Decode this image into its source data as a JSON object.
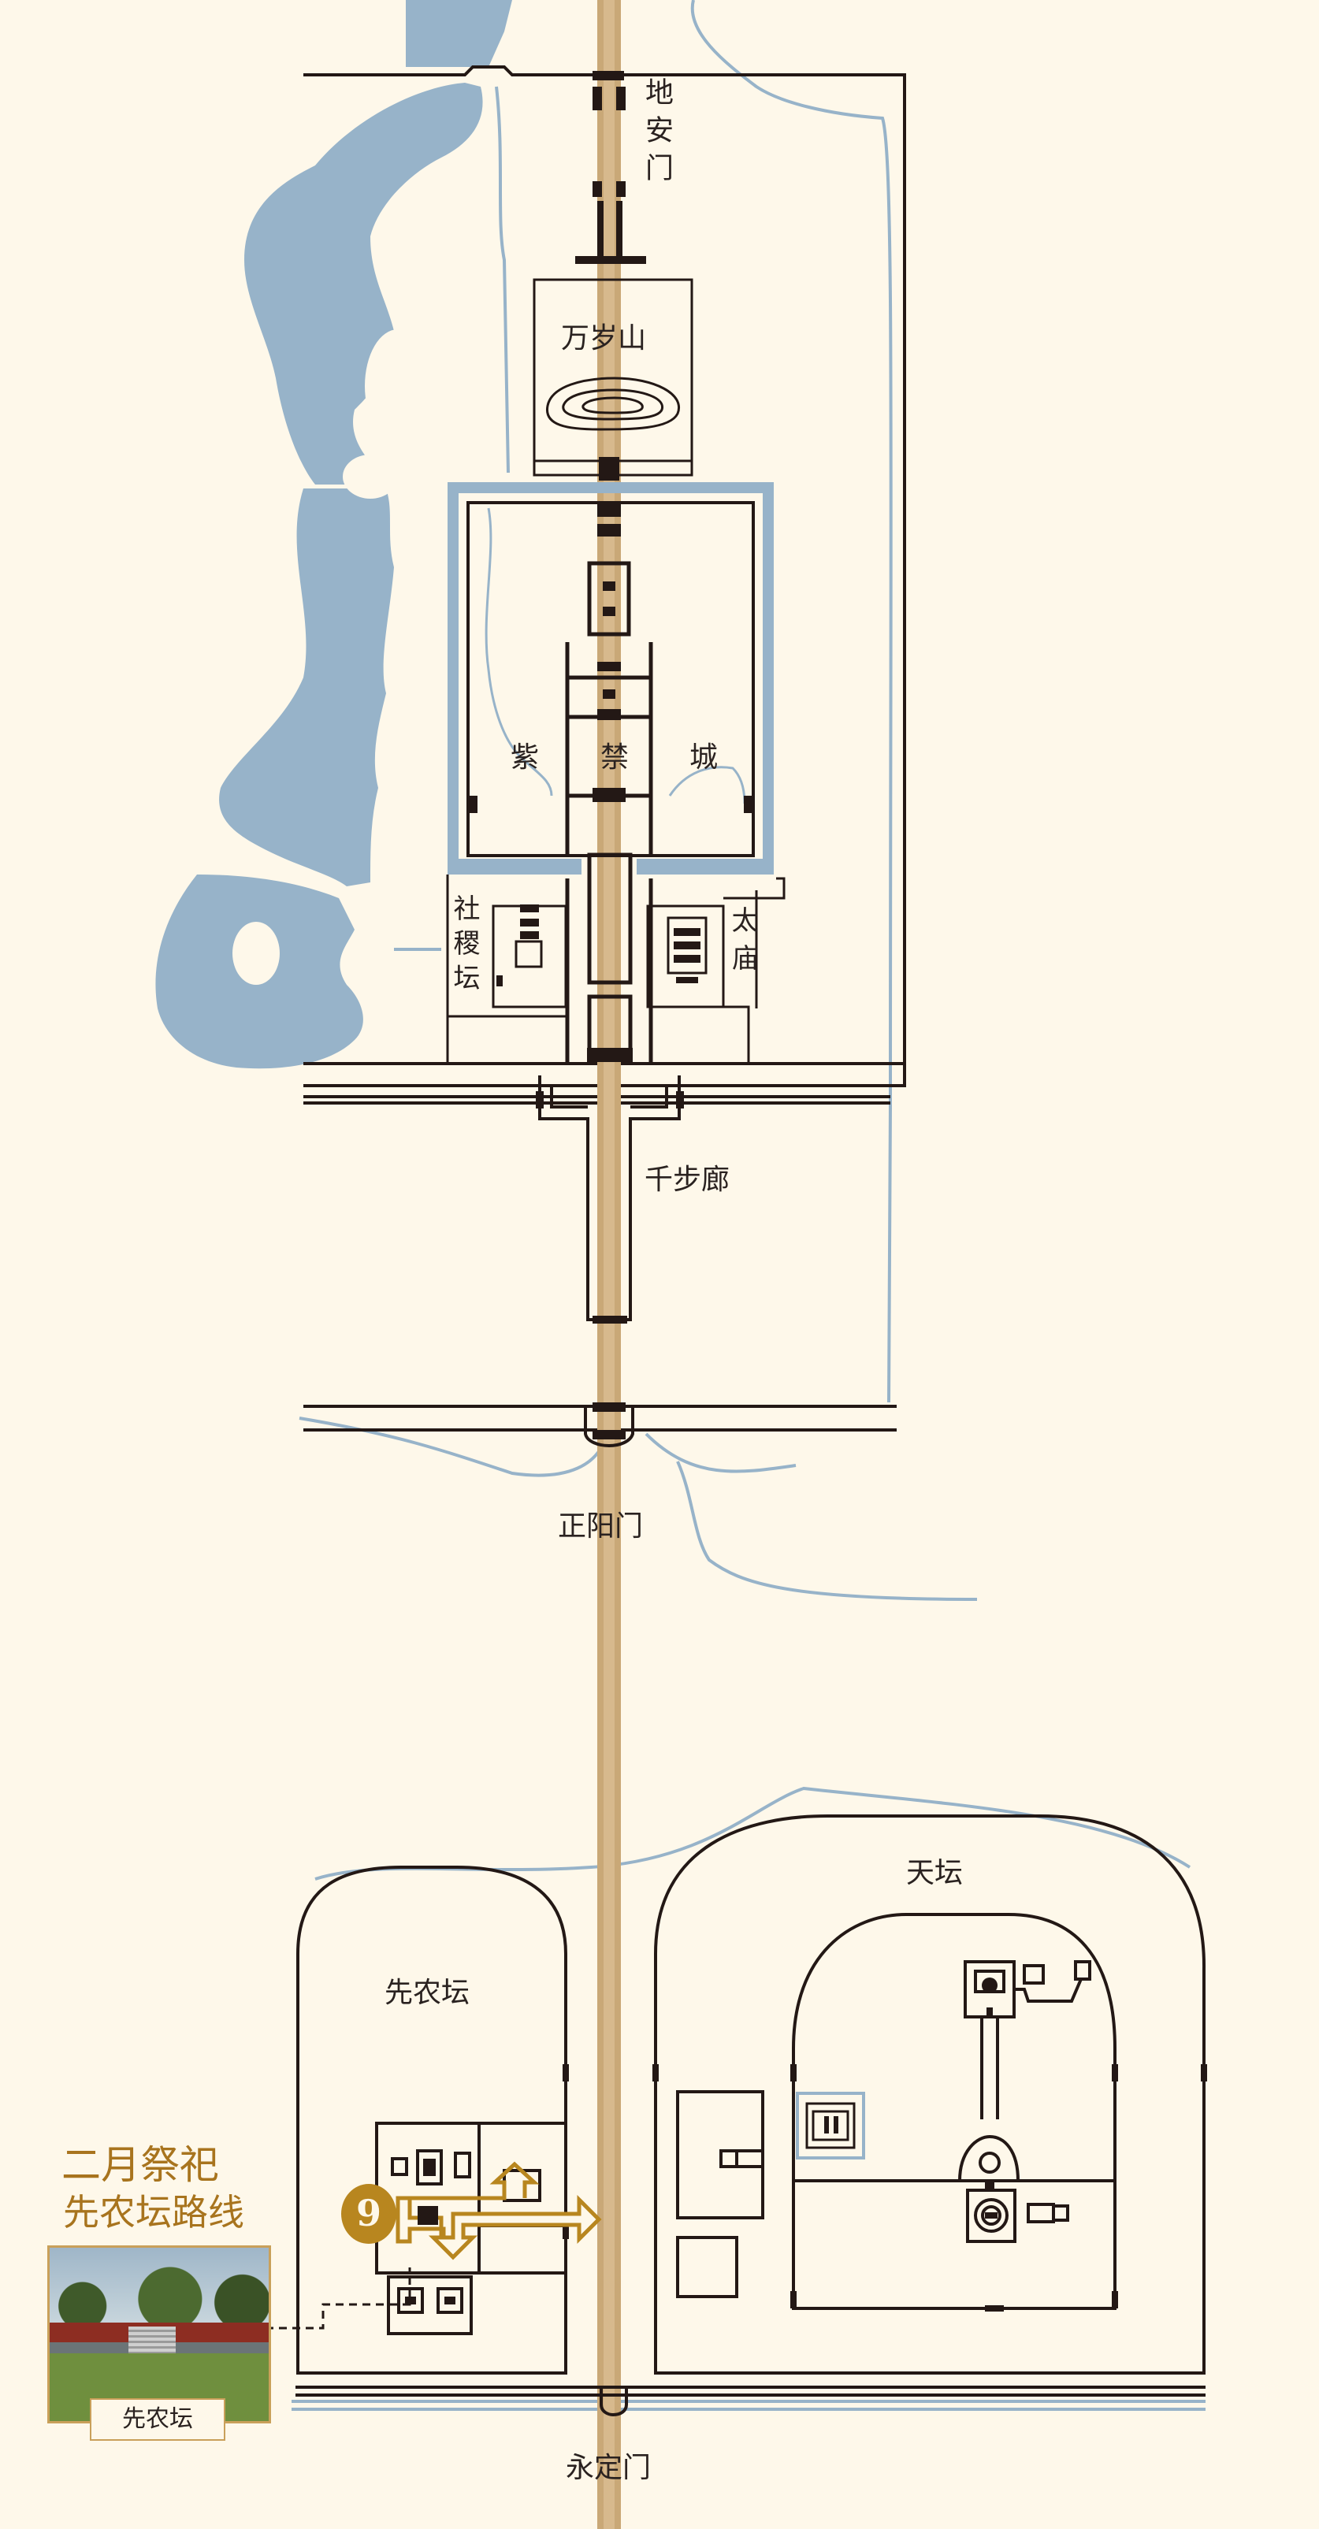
{
  "labels": {
    "di_an_men": "地安门",
    "wan_sui_shan": "万岁山",
    "zi": "紫",
    "jin": "禁",
    "cheng": "城",
    "she_ji_tan": "社稷坛",
    "tai_miao": "太庙",
    "qian_bu_lang": "千步廊",
    "zheng_yang_men": "正阳门",
    "tian_tan": "天坛",
    "xian_nong_tan": "先农坛",
    "yong_ding_men": "永定门"
  },
  "route": {
    "number": "9",
    "title_line1": "二月祭祀",
    "title_line2": "先农坛路线",
    "photo_caption": "先农坛"
  },
  "colors": {
    "background": "#fef8ea",
    "water": "#97b3c9",
    "wall_line": "#231815",
    "axis": "#c9a877",
    "route_gold": "#b8861f"
  }
}
